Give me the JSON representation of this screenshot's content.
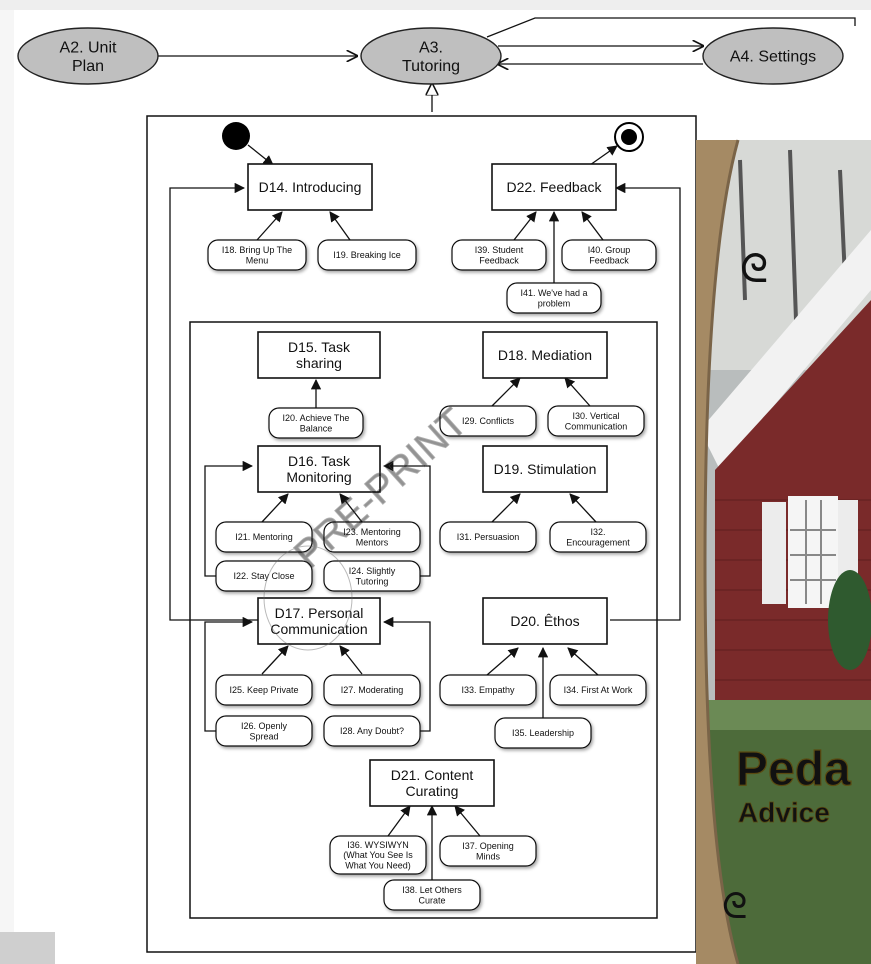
{
  "activities": {
    "a2": "A2. Unit\nPlan",
    "a3": "A3.\nTutoring",
    "a4": "A4. Settings"
  },
  "decisions": {
    "d14": "D14. Introducing",
    "d15": "D15. Task\nsharing",
    "d16": "D16. Task\nMonitoring",
    "d17": "D17. Personal\nCommunication",
    "d18": "D18. Mediation",
    "d19": "D19. Stimulation",
    "d20": "D20. Êthos",
    "d21": "D21. Content\nCurating",
    "d22": "D22. Feedback"
  },
  "items": {
    "i18": "I18. Bring Up The\nMenu",
    "i19": "I19. Breaking Ice",
    "i20": "I20. Achieve The\nBalance",
    "i21": "I21. Mentoring",
    "i22": "I22. Stay Close",
    "i23": "I23. Mentoring\nMentors",
    "i24": "I24. Slightly\nTutoring",
    "i25": "I25. Keep Private",
    "i26": "I26. Openly\nSpread",
    "i27": "I27. Moderating",
    "i28": "I28. Any Doubt?",
    "i29": "I29. Conflicts",
    "i30": "I30. Vertical\nCommunication",
    "i31": "I31. Persuasion",
    "i32": "I32.\nEncouragement",
    "i33": "I33. Empathy",
    "i34": "I34. First At Work",
    "i35": "I35. Leadership",
    "i36": "I36. WYSIWYN\n(What You See Is\nWhat You Need)",
    "i37": "I37. Opening\nMinds",
    "i38": "I38. Let Others\nCurate",
    "i39": "I39. Student\nFeedback",
    "i40": "I40. Group\nFeedback",
    "i41": "I41. We've had a\nproblem"
  },
  "watermark": "PRE-PRINT",
  "book_cover": {
    "title_fragment": "Peda",
    "subtitle_fragment": "Advice"
  },
  "colors": {
    "ellipse_fill": "#bfbfbf",
    "cover_border": "#a58a64",
    "cover_title": "#e4c43a",
    "house_wall": "#7a2a2a"
  }
}
